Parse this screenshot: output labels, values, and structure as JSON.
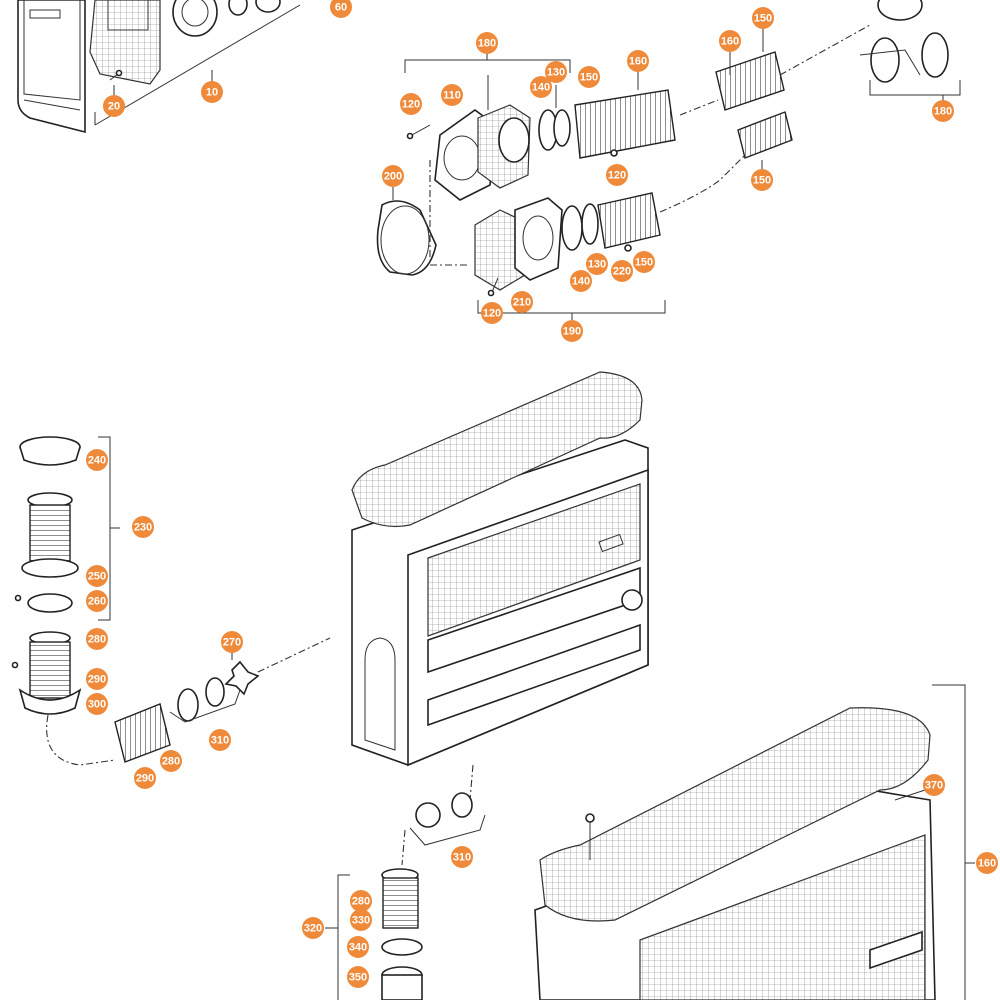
{
  "accent_color": "#ef8a3a",
  "callouts": [
    {
      "id": "c60a",
      "label": "60"
    },
    {
      "id": "c20",
      "label": "20"
    },
    {
      "id": "c10",
      "label": "10"
    },
    {
      "id": "c180a",
      "label": "180"
    },
    {
      "id": "c130a",
      "label": "130"
    },
    {
      "id": "c140a",
      "label": "140"
    },
    {
      "id": "c150a",
      "label": "150"
    },
    {
      "id": "c160a",
      "label": "160"
    },
    {
      "id": "c160b",
      "label": "160"
    },
    {
      "id": "c150b",
      "label": "150"
    },
    {
      "id": "c120a",
      "label": "120"
    },
    {
      "id": "c110",
      "label": "110"
    },
    {
      "id": "c120b",
      "label": "120"
    },
    {
      "id": "c150c",
      "label": "150"
    },
    {
      "id": "c180b",
      "label": "180"
    },
    {
      "id": "c200",
      "label": "200"
    },
    {
      "id": "c130b",
      "label": "130"
    },
    {
      "id": "c220",
      "label": "220"
    },
    {
      "id": "c150d",
      "label": "150"
    },
    {
      "id": "c140b",
      "label": "140"
    },
    {
      "id": "c210",
      "label": "210"
    },
    {
      "id": "c120c",
      "label": "120"
    },
    {
      "id": "c190",
      "label": "190"
    },
    {
      "id": "c240",
      "label": "240"
    },
    {
      "id": "c230",
      "label": "230"
    },
    {
      "id": "c250",
      "label": "250"
    },
    {
      "id": "c260",
      "label": "260"
    },
    {
      "id": "c270",
      "label": "270"
    },
    {
      "id": "c280a",
      "label": "280"
    },
    {
      "id": "c290a",
      "label": "290"
    },
    {
      "id": "c300",
      "label": "300"
    },
    {
      "id": "c310a",
      "label": "310"
    },
    {
      "id": "c280b",
      "label": "280"
    },
    {
      "id": "c290b",
      "label": "290"
    },
    {
      "id": "c370",
      "label": "370"
    },
    {
      "id": "c160c",
      "label": "160"
    },
    {
      "id": "c310b",
      "label": "310"
    },
    {
      "id": "c280c",
      "label": "280"
    },
    {
      "id": "c330",
      "label": "330"
    },
    {
      "id": "c320",
      "label": "320"
    },
    {
      "id": "c340",
      "label": "340"
    },
    {
      "id": "c350",
      "label": "350"
    }
  ]
}
